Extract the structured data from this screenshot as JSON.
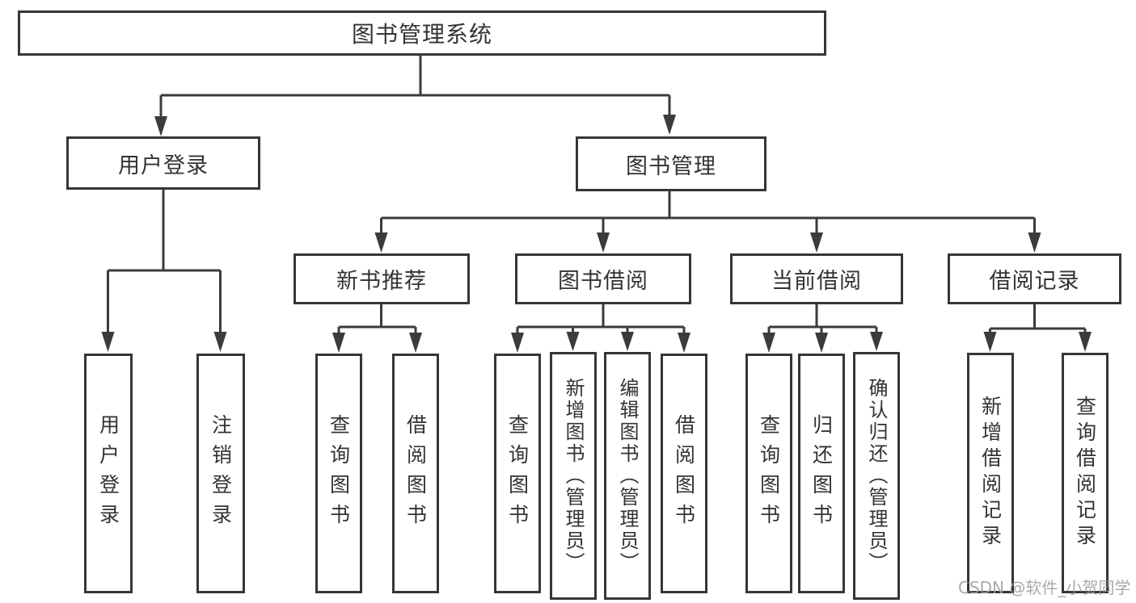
{
  "diagram": {
    "type": "function-structure-tree",
    "tree": {
      "root": {
        "label": "图书管理系统",
        "children": [
          {
            "label": "用户登录",
            "children": [
              {
                "label": "用户登录"
              },
              {
                "label": "注销登录"
              }
            ]
          },
          {
            "label": "图书管理",
            "children": [
              {
                "label": "新书推荐",
                "children": [
                  {
                    "label": "查询图书"
                  },
                  {
                    "label": "借阅图书"
                  }
                ]
              },
              {
                "label": "图书借阅",
                "children": [
                  {
                    "label": "查询图书"
                  },
                  {
                    "label": "新增图书（管理员）"
                  },
                  {
                    "label": "编辑图书（管理员）"
                  },
                  {
                    "label": "借阅图书"
                  }
                ]
              },
              {
                "label": "当前借阅",
                "children": [
                  {
                    "label": "查询图书"
                  },
                  {
                    "label": "归还图书"
                  },
                  {
                    "label": "确认归还（管理员）"
                  }
                ]
              },
              {
                "label": "借阅记录",
                "children": [
                  {
                    "label": "新增借阅记录"
                  },
                  {
                    "label": "查询借阅记录"
                  }
                ]
              }
            ]
          }
        ]
      }
    },
    "colors": {
      "line": "#3b3b3b",
      "text": "#333333",
      "box_background": "#ffffff",
      "watermark": "#9b9b9b"
    }
  },
  "watermark": {
    "text": "CSDN @软件_小贺同学"
  }
}
